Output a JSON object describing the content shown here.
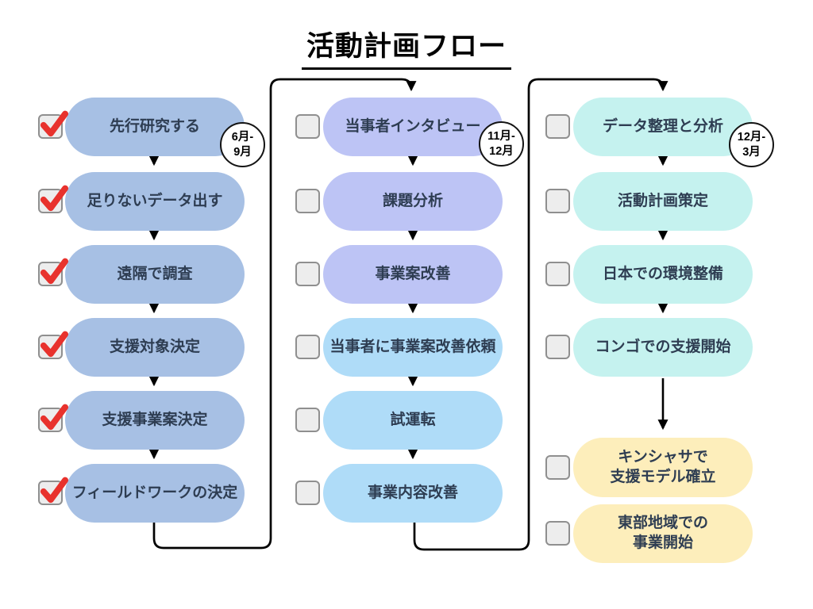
{
  "title": "活動計画フロー",
  "badges": [
    {
      "line1": "6月-",
      "line2": "9月"
    },
    {
      "line1": "11月-",
      "line2": "12月"
    },
    {
      "line1": "12月-",
      "line2": "3月"
    }
  ],
  "columns": [
    {
      "name": "phase-1",
      "nodes": [
        {
          "label": "先行研究する",
          "checked": true
        },
        {
          "label": "足りないデータ出す",
          "checked": true
        },
        {
          "label": "遠隔で調査",
          "checked": true
        },
        {
          "label": "支援対象決定",
          "checked": true
        },
        {
          "label": "支援事業案決定",
          "checked": true
        },
        {
          "label": "フィールドワークの決定",
          "checked": true
        }
      ]
    },
    {
      "name": "phase-2",
      "nodes": [
        {
          "label": "当事者インタビュー",
          "checked": false
        },
        {
          "label": "課題分析",
          "checked": false
        },
        {
          "label": "事業案改善",
          "checked": false
        },
        {
          "label": "当事者に事業案改善依頼",
          "checked": false
        },
        {
          "label": "試運転",
          "checked": false
        },
        {
          "label": "事業内容改善",
          "checked": false
        }
      ]
    },
    {
      "name": "phase-3",
      "nodes": [
        {
          "label": "データ整理と分析",
          "checked": false
        },
        {
          "label": "活動計画策定",
          "checked": false
        },
        {
          "label": "日本での環境整備",
          "checked": false
        },
        {
          "label": "コンゴでの支援開始",
          "checked": false
        },
        {
          "label": "キンシャサで\n支援モデル確立",
          "checked": false
        },
        {
          "label": "東部地域での\n事業開始",
          "checked": false
        }
      ]
    }
  ],
  "colors": {
    "column1_fill": "#a7c0e4",
    "column2_upper_fill": "#bdc4f5",
    "column2_lower_fill": "#afdcf8",
    "column3_upper_fill": "#c5f2ef",
    "column3_lower_fill": "#fdeebb",
    "node_text": "#2e3d52",
    "check_mark": "#e8322d",
    "connector": "#000000"
  }
}
